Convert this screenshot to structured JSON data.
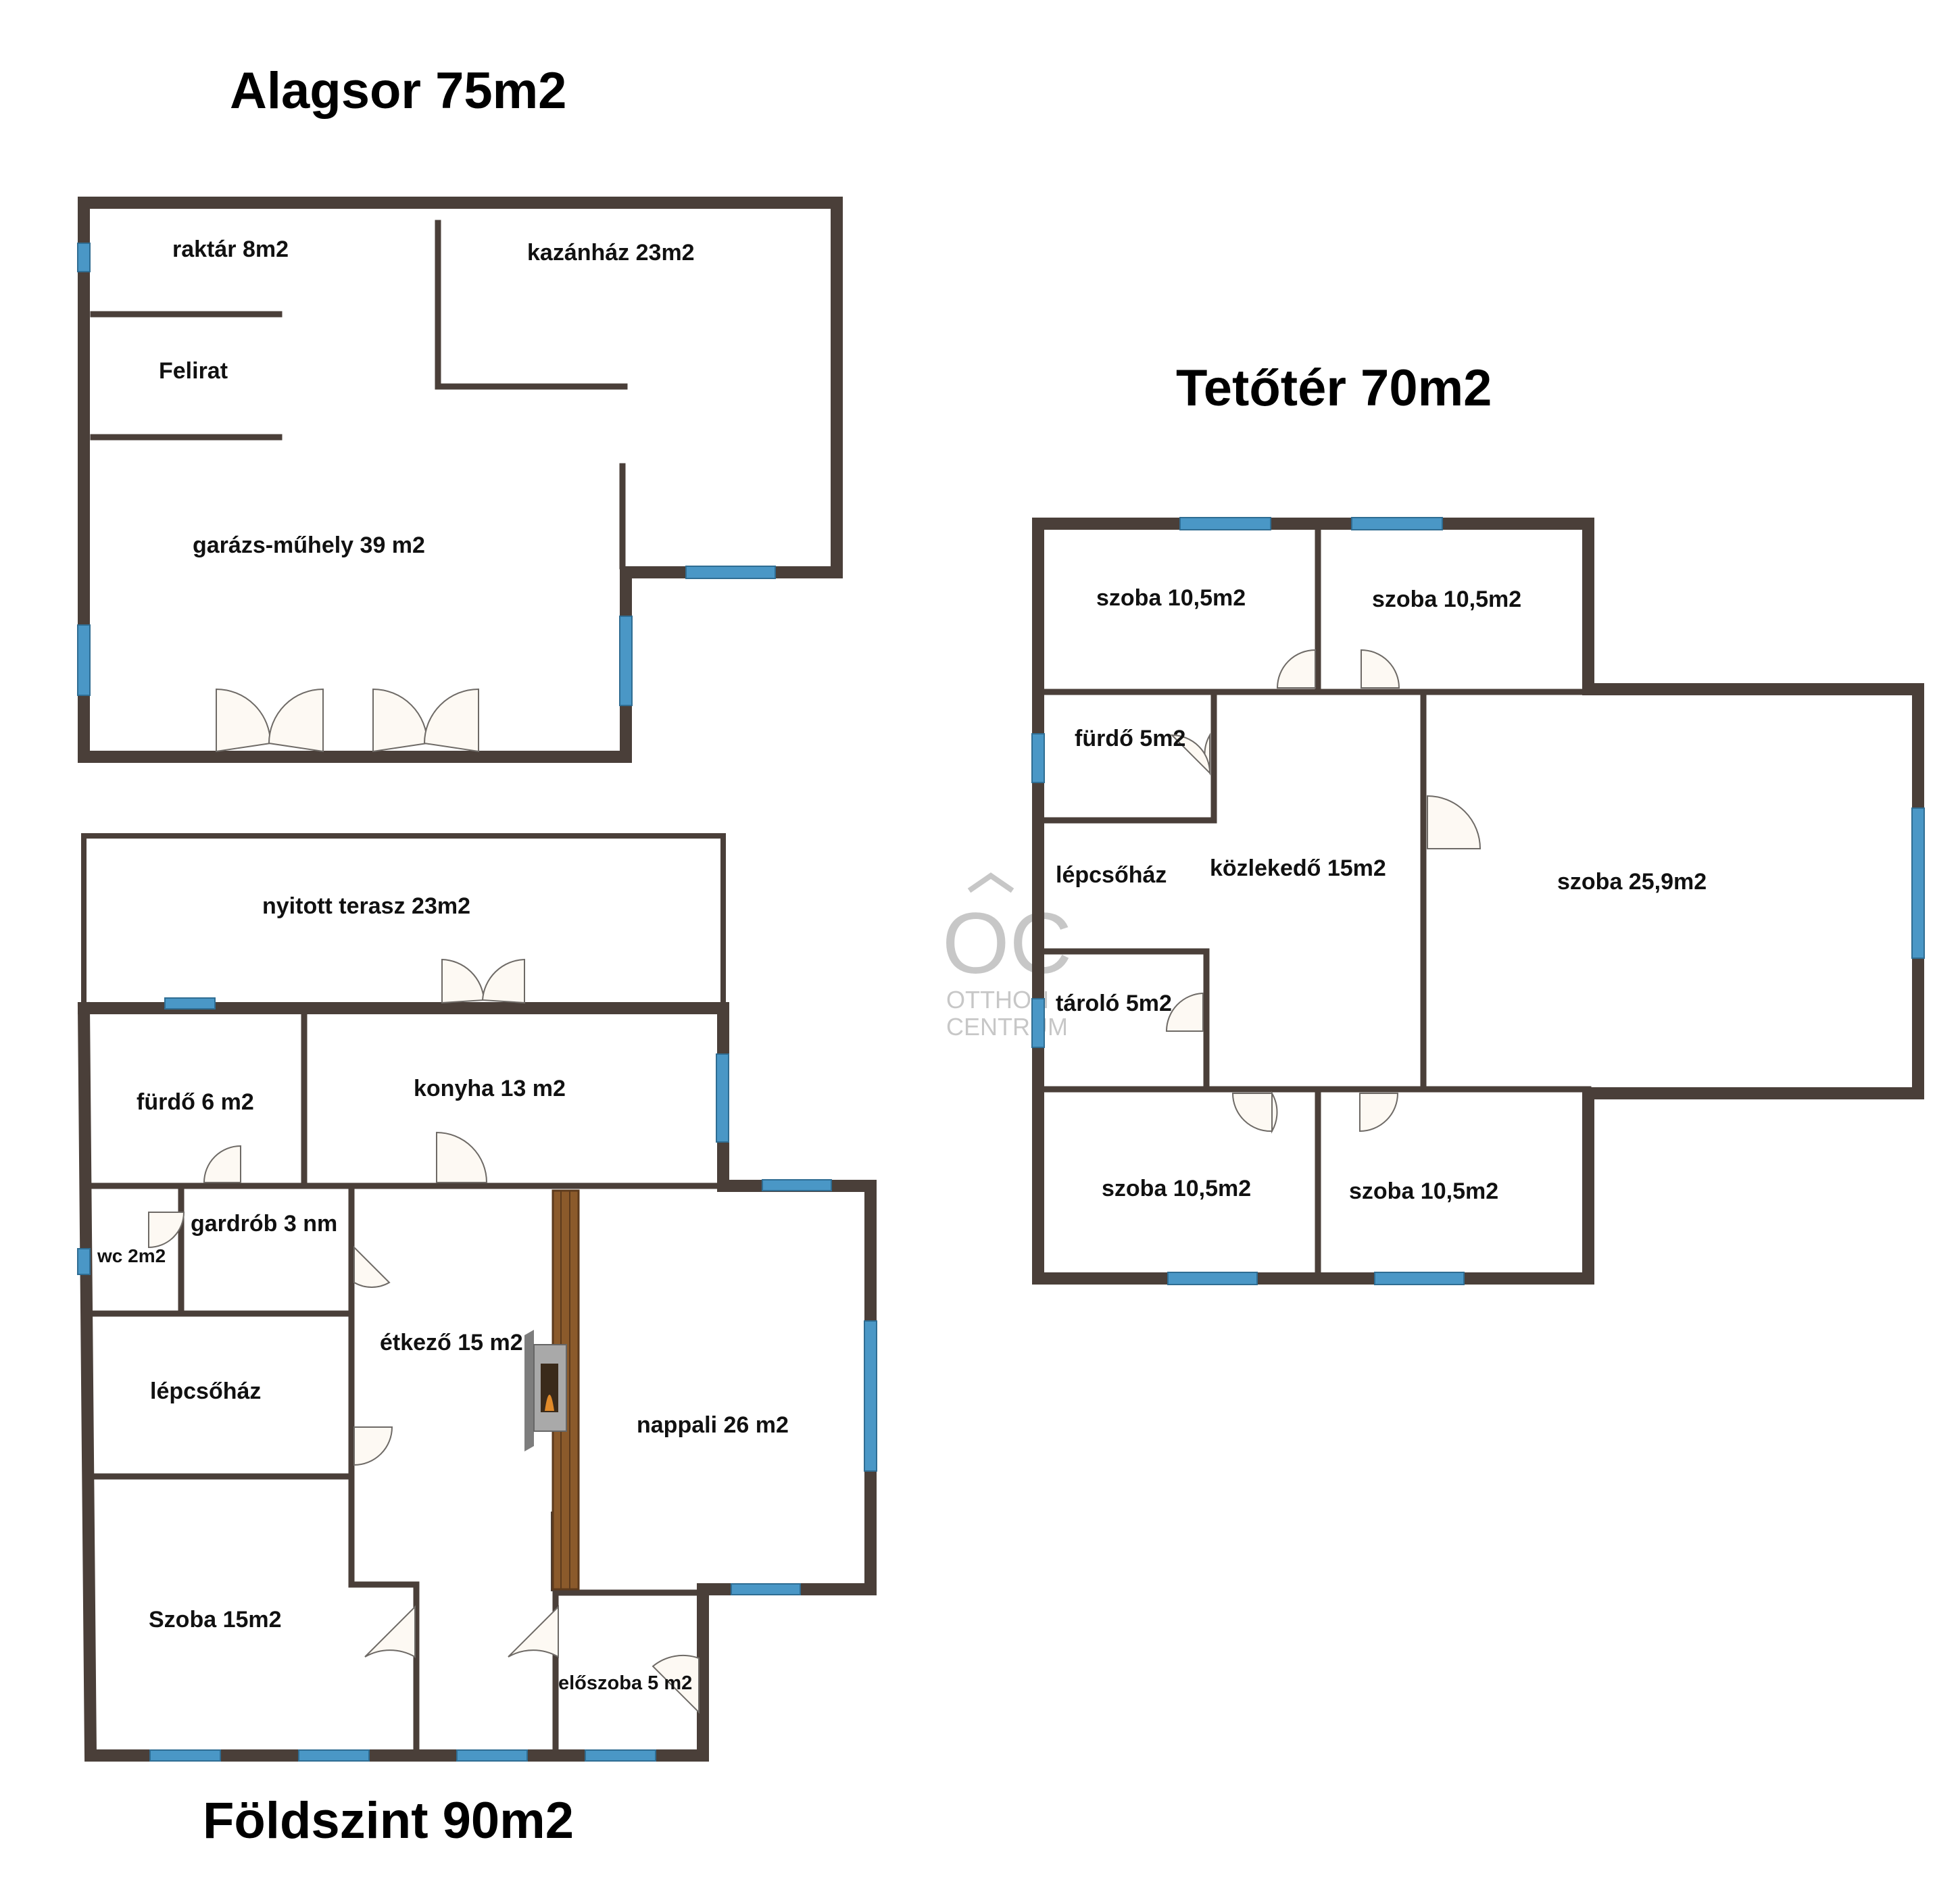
{
  "floors": {
    "basement": {
      "title": "Alagsor 75m2",
      "rooms": {
        "storage": "raktár 8m2",
        "caption": "Felirat",
        "boiler": "kazánház 23m2",
        "garage": "garázs-műhely 39 m2"
      }
    },
    "ground": {
      "title": "Földszint 90m2",
      "rooms": {
        "terrace": "nyitott terasz 23m2",
        "bath": "fürdő 6 m2",
        "kitchen": "konyha 13 m2",
        "wc": "wc 2m2",
        "wardrobe": "gardrób 3 nm",
        "dining": "étkező 15 m2",
        "staircase": "lépcsőház",
        "living": "nappali 26 m2",
        "room": "Szoba 15m2",
        "hall": "előszoba 5 m2"
      }
    },
    "attic": {
      "title": "Tetőtér 70m2",
      "rooms": {
        "room_nw": "szoba 10,5m2",
        "room_ne": "szoba 10,5m2",
        "bath": "fürdő 5m2",
        "staircase": "lépcsőház",
        "corridor": "közlekedő 15m2",
        "room_large": "szoba 25,9m2",
        "storage": "tároló 5m2",
        "room_sw": "szoba 10,5m2",
        "room_se": "szoba 10,5m2"
      }
    }
  },
  "watermark": {
    "logo": "OC",
    "line1": "OTTHON",
    "line2": "CENTRUM"
  },
  "colors": {
    "wall": "#4a3f39",
    "window": "#4a97c6",
    "beam": "#8b5a2b",
    "door": "#fdf9f3"
  }
}
